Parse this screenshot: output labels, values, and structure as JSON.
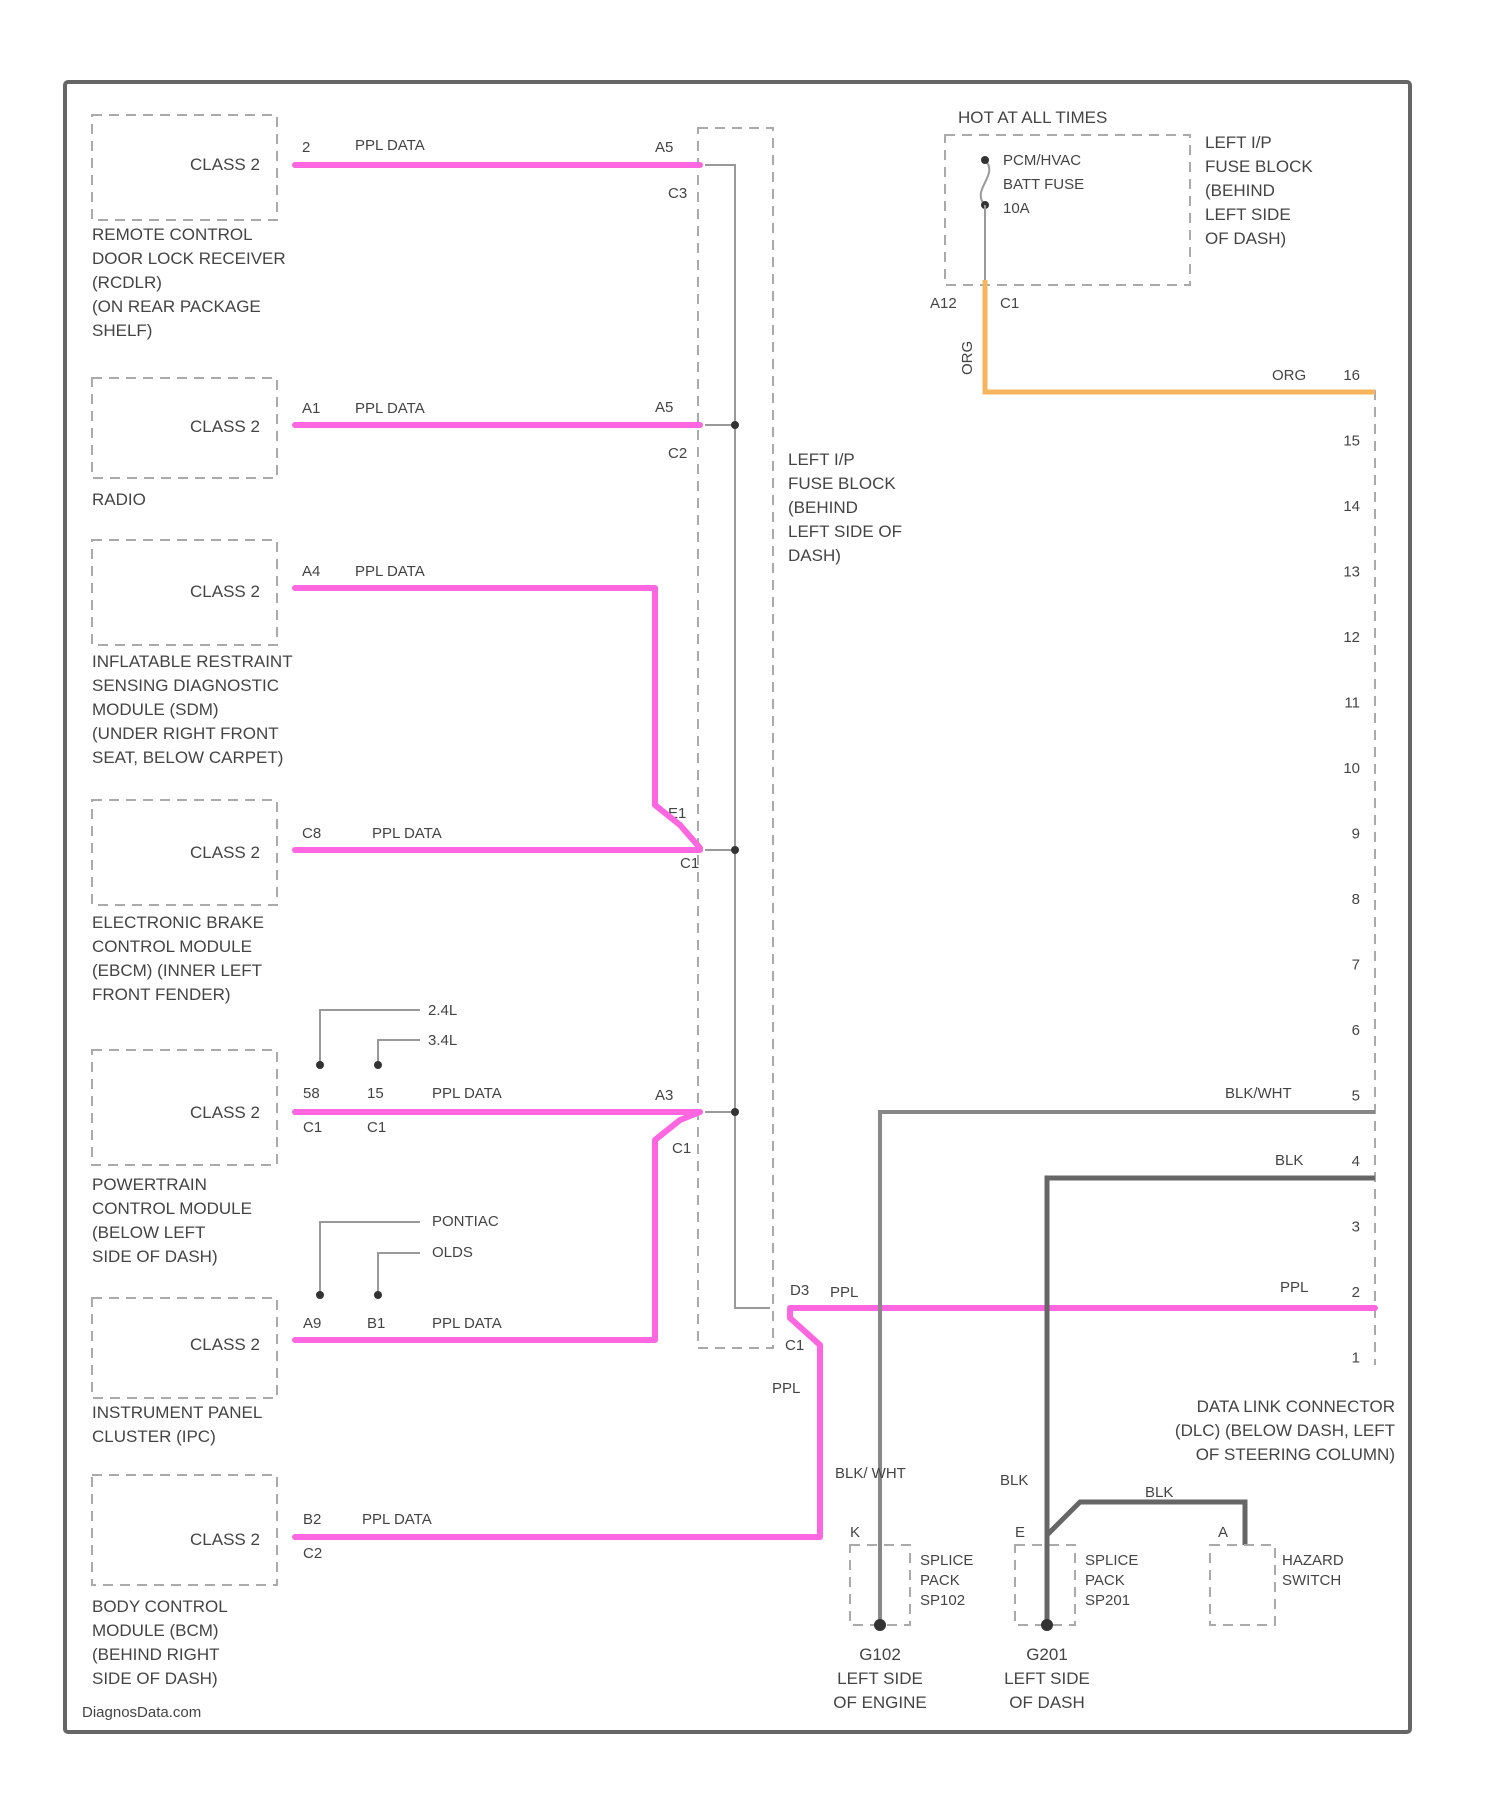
{
  "modules": [
    {
      "id": "rcdlr",
      "box_label": "CLASS 2",
      "desc": [
        "REMOTE CONTROL",
        "DOOR LOCK RECEIVER",
        "(RCDLR)",
        "(ON REAR PACKAGE",
        "SHELF)"
      ],
      "pin": "2",
      "wire": "PPL DATA"
    },
    {
      "id": "radio",
      "box_label": "CLASS 2",
      "desc": [
        "RADIO"
      ],
      "pin": "A1",
      "wire": "PPL DATA"
    },
    {
      "id": "sdm",
      "box_label": "CLASS 2",
      "desc": [
        "INFLATABLE RESTRAINT",
        "SENSING DIAGNOSTIC",
        "MODULE (SDM)",
        "(UNDER RIGHT FRONT",
        "SEAT, BELOW CARPET)"
      ],
      "pin": "A4",
      "wire": "PPL DATA"
    },
    {
      "id": "ebcm",
      "box_label": "CLASS 2",
      "desc": [
        "ELECTRONIC BRAKE",
        "CONTROL MODULE",
        "(EBCM) (INNER LEFT",
        "FRONT FENDER)"
      ],
      "pin": "C8",
      "wire": "PPL DATA"
    },
    {
      "id": "pcm",
      "box_label": "CLASS 2",
      "desc": [
        "POWERTRAIN",
        "CONTROL MODULE",
        "(BELOW LEFT",
        "SIDE OF DASH)"
      ],
      "pin": "58",
      "pin2": "15",
      "conn": "C1",
      "conn2": "C1",
      "wire": "PPL DATA",
      "variant1": "2.4L",
      "variant2": "3.4L"
    },
    {
      "id": "ipc",
      "box_label": "CLASS 2",
      "desc": [
        "INSTRUMENT PANEL",
        "CLUSTER (IPC)"
      ],
      "pin": "A9",
      "pin2": "B1",
      "wire": "PPL DATA",
      "variant1": "PONTIAC",
      "variant2": "OLDS"
    },
    {
      "id": "bcm",
      "box_label": "CLASS 2",
      "desc": [
        "BODY CONTROL",
        "MODULE (BCM)",
        "(BEHIND RIGHT",
        "SIDE OF DASH)"
      ],
      "pin": "B2",
      "conn": "C2",
      "wire": "PPL DATA"
    }
  ],
  "fuse_block_mid": {
    "label": [
      "LEFT I/P",
      "FUSE BLOCK",
      "(BEHIND",
      "LEFT SIDE OF",
      "DASH)"
    ],
    "pins": [
      {
        "pin": "A5",
        "conn": "C3"
      },
      {
        "pin": "A5",
        "conn": "C2"
      },
      {
        "pin": "E1",
        "conn": "C1"
      },
      {
        "pin": "A3",
        "conn": "C1"
      }
    ],
    "out_pin": "D3",
    "out_conn": "C1",
    "out_wire": "PPL",
    "down_wire": "PPL"
  },
  "fuse_block_top": {
    "header": "HOT AT ALL TIMES",
    "fuse": [
      "PCM/HVAC",
      "BATT FUSE",
      "10A"
    ],
    "label": [
      "LEFT I/P",
      "FUSE BLOCK",
      "(BEHIND",
      "LEFT SIDE",
      "OF DASH)"
    ],
    "pin": "A12",
    "conn": "C1",
    "wire": "ORG"
  },
  "dlc": {
    "pins": [
      "16",
      "15",
      "14",
      "13",
      "12",
      "11",
      "10",
      "9",
      "8",
      "7",
      "6",
      "5",
      "4",
      "3",
      "2",
      "1"
    ],
    "wires": {
      "16": "ORG",
      "5": "BLK/WHT",
      "4": "BLK",
      "2": "PPL"
    },
    "label": [
      "DATA LINK CONNECTOR",
      "(DLC) (BELOW DASH, LEFT",
      "OF STEERING COLUMN)"
    ]
  },
  "splice1": {
    "pin": "K",
    "wire": "BLK/\nWHT",
    "label": [
      "SPLICE",
      "PACK",
      "SP102"
    ],
    "ground": [
      "G102",
      "LEFT SIDE",
      "OF ENGINE"
    ]
  },
  "splice2": {
    "pin": "E",
    "wire": "BLK",
    "label": [
      "SPLICE",
      "PACK",
      "SP201"
    ],
    "ground": [
      "G201",
      "LEFT SIDE",
      "OF DASH"
    ]
  },
  "hazard": {
    "pin": "A",
    "wire": "BLK",
    "label": [
      "HAZARD",
      "SWITCH"
    ]
  },
  "watermark": "DiagnosData.com",
  "colors": {
    "ppl": "#ff66e0",
    "org": "#f6b45c",
    "gray": "#888888"
  }
}
